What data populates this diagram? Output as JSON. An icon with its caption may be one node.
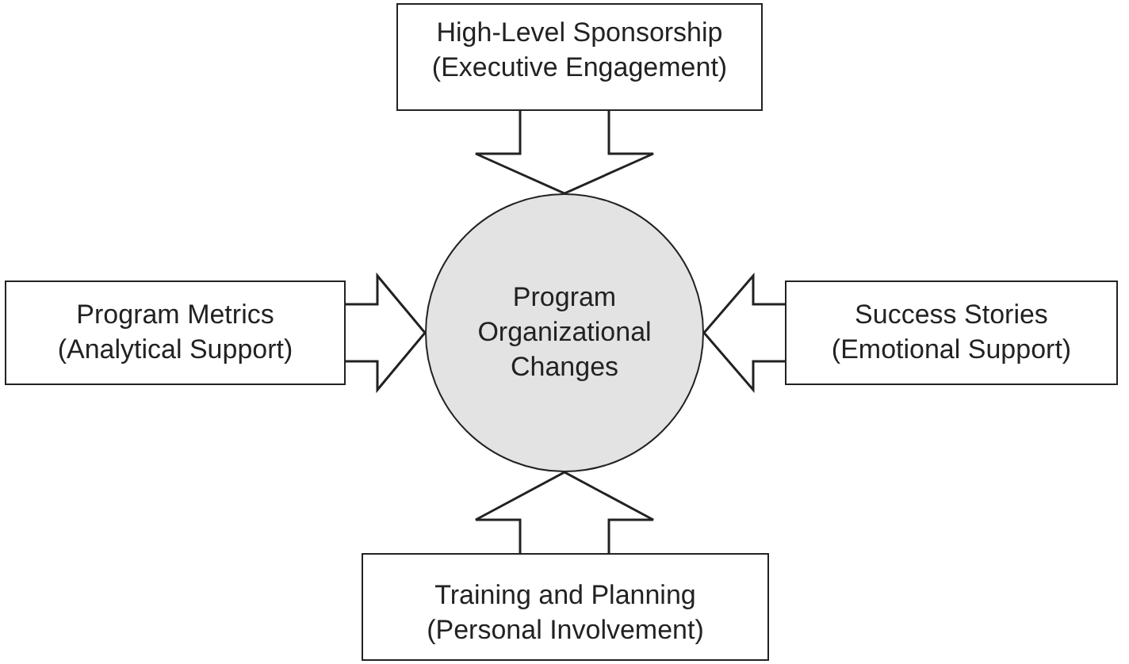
{
  "diagram": {
    "nodes": [
      {
        "text": [
          "High-Level Sponsorship",
          "(Executive Engagement)"
        ]
      },
      {
        "text": [
          "Program Metrics",
          "(Analytical Support)"
        ]
      },
      {
        "text": [
          "Program Organizational Changes"
        ]
      },
      {
        "text": [
          "Success Stories",
          "(Emotional Support)"
        ]
      },
      {
        "text": [
          "Training and Planning",
          "(Personal Involvement)"
        ]
      }
    ],
    "edges": [
      {
        "from": 0,
        "to": 2,
        "arrow": "to"
      },
      {
        "from": 1,
        "to": 2,
        "arrow": "to"
      },
      {
        "from": 3,
        "to": 2,
        "arrow": "to"
      },
      {
        "from": 4,
        "to": 2,
        "arrow": "to"
      }
    ]
  }
}
